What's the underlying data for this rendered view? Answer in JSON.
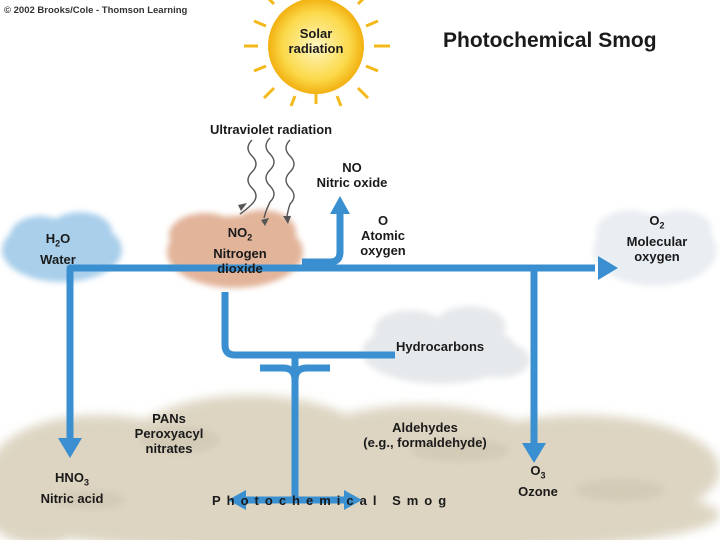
{
  "copyright": "© 2002 Brooks/Cole - Thomson Learning",
  "title": "Photochemical Smog",
  "sun": {
    "line1": "Solar",
    "line2": "radiation"
  },
  "uv": "Ultraviolet radiation",
  "no": {
    "formula": "NO",
    "name": "Nitric oxide"
  },
  "no2": {
    "formula_base": "NO",
    "formula_sub": "2",
    "line2": "Nitrogen",
    "line3": "dioxide"
  },
  "h2o": {
    "pre": "H",
    "sub": "2",
    "post": "O",
    "name": "Water"
  },
  "o_atomic": {
    "formula": "O",
    "line2": "Atomic",
    "line3": "oxygen"
  },
  "o2": {
    "formula_base": "O",
    "formula_sub": "2",
    "line2": "Molecular",
    "line3": "oxygen"
  },
  "hydrocarbons": "Hydrocarbons",
  "pans": {
    "line1": "PANs",
    "line2": "Peroxyacyl",
    "line3": "nitrates"
  },
  "aldehydes": {
    "line1": "Aldehydes",
    "line2": "(e.g., formaldehyde)"
  },
  "hno3": {
    "pre": "HNO",
    "sub": "3",
    "name": "Nitric acid"
  },
  "o3": {
    "formula_base": "O",
    "formula_sub": "3",
    "name": "Ozone"
  },
  "smog": "Photochemical Smog",
  "colors": {
    "arrow": "#3a8fd0",
    "sun": "#f6c21c",
    "no2_cloud": "#e2b49a",
    "h2o_cloud": "#a9cfeb",
    "smog_cloud": "#ddd5c2"
  }
}
